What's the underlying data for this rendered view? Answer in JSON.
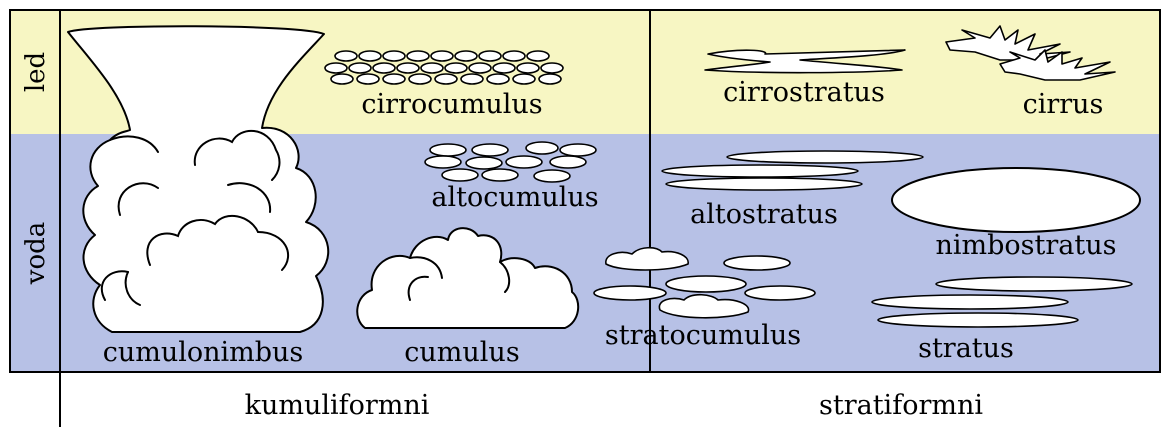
{
  "colors": {
    "ice_band": "#f7f6c3",
    "water_band": "#b7c1e6",
    "cloud_fill": "#ffffff",
    "line": "#000000"
  },
  "rows": {
    "ice": "led",
    "water": "voda"
  },
  "columns": {
    "cumuliform": "kumuliformni",
    "stratiform": "stratiformni"
  },
  "clouds": {
    "cirrocumulus": "cirrocumulus",
    "cirrostratus": "cirrostratus",
    "cirrus": "cirrus",
    "altocumulus": "altocumulus",
    "altostratus": "altostratus",
    "nimbostratus": "nimbostratus",
    "cumulonimbus": "cumulonimbus",
    "cumulus": "cumulus",
    "stratocumulus": "stratocumulus",
    "stratus": "stratus"
  }
}
